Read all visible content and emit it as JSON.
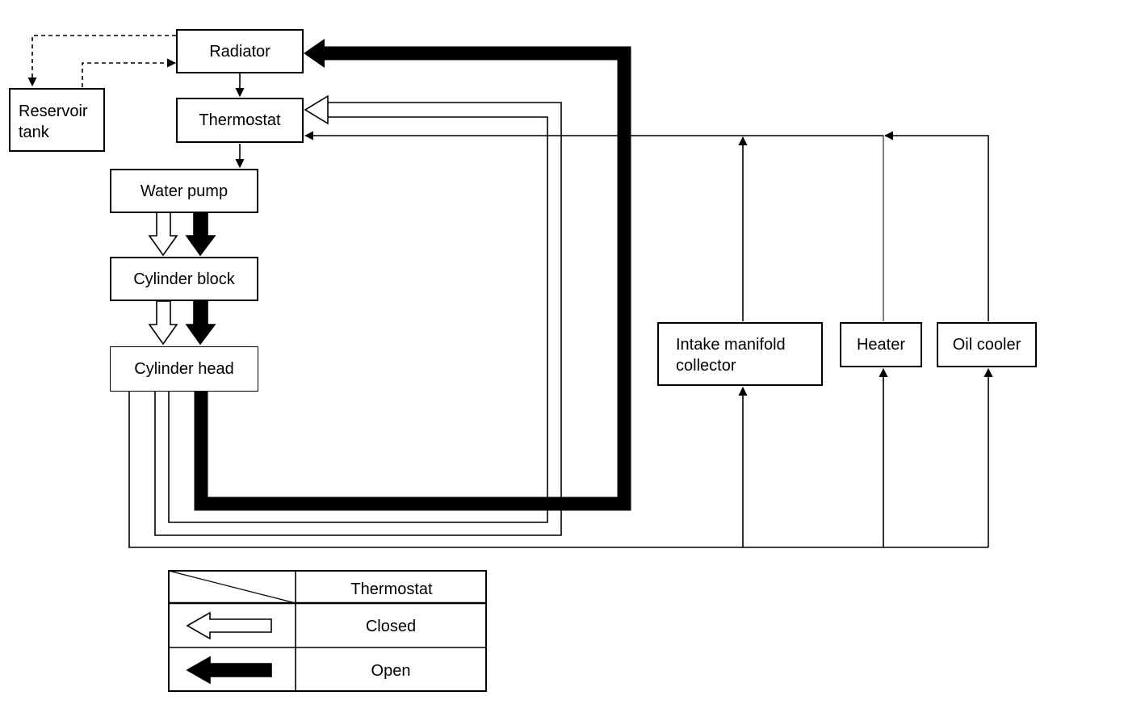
{
  "nodes": {
    "radiator": "Radiator",
    "reservoir_tank_line1": "Reservoir",
    "reservoir_tank_line2": "tank",
    "thermostat": "Thermostat",
    "water_pump": "Water pump",
    "cylinder_block": "Cylinder block",
    "cylinder_head": "Cylinder head",
    "intake_manifold_line1": "Intake manifold",
    "intake_manifold_line2": "collector",
    "heater": "Heater",
    "oil_cooler": "Oil cooler"
  },
  "legend": {
    "header": "Thermostat",
    "closed": "Closed",
    "open": "Open"
  }
}
